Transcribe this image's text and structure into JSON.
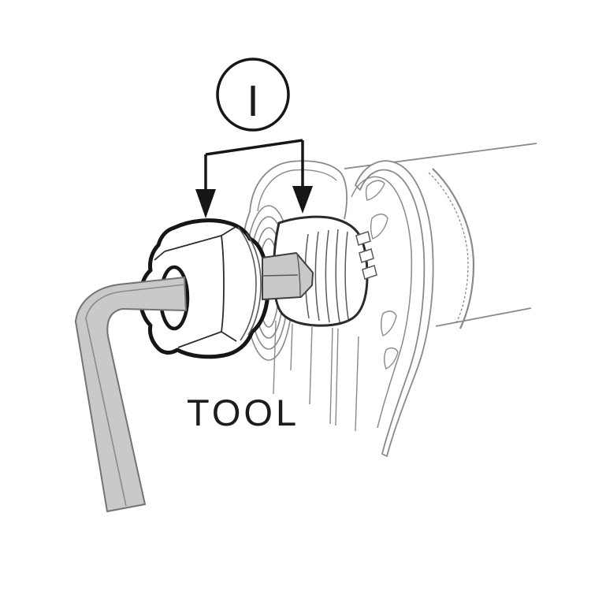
{
  "figure": {
    "callout_label": "I",
    "caption": "TOOL",
    "icons": {
      "left_arrow": "down-arrow",
      "right_arrow": "down-arrow"
    }
  },
  "colors": {
    "background": "#ffffff",
    "outline_dark": "#161616",
    "outline_medium": "#2b2b2b",
    "line_medium": "#5a5a5a",
    "line_light": "#8a8a8a",
    "wrench_fill": "#c7c9cb",
    "wrench_edge": "#737373",
    "tip_edge": "#3f3f3f",
    "text": "#1c1c1e"
  }
}
